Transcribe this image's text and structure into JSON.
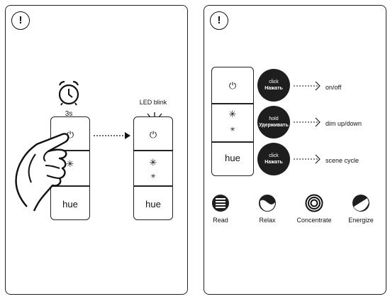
{
  "left": {
    "warning": "!",
    "timer_label": "3s",
    "led_label": "LED blink",
    "remote": {
      "power": "⏻",
      "dim": "✳",
      "dim_small": "✳",
      "hue": "hue"
    }
  },
  "right": {
    "warning": "!",
    "remote": {
      "power": "⏻",
      "dim": "✳",
      "dim_small": "✳",
      "hue": "hue"
    },
    "actions": [
      {
        "line1": "click",
        "line2": "Нажать",
        "result": "on/off"
      },
      {
        "line1": "hold",
        "line2": "Удерживать",
        "result": "dim up/down"
      },
      {
        "line1": "click",
        "line2": "Нажать",
        "result": "scene cycle"
      }
    ],
    "scenes": [
      {
        "label": "Read",
        "icon": "read-icon"
      },
      {
        "label": "Relax",
        "icon": "relax-icon"
      },
      {
        "label": "Concentrate",
        "icon": "concentrate-icon"
      },
      {
        "label": "Energize",
        "icon": "energize-icon"
      }
    ]
  }
}
